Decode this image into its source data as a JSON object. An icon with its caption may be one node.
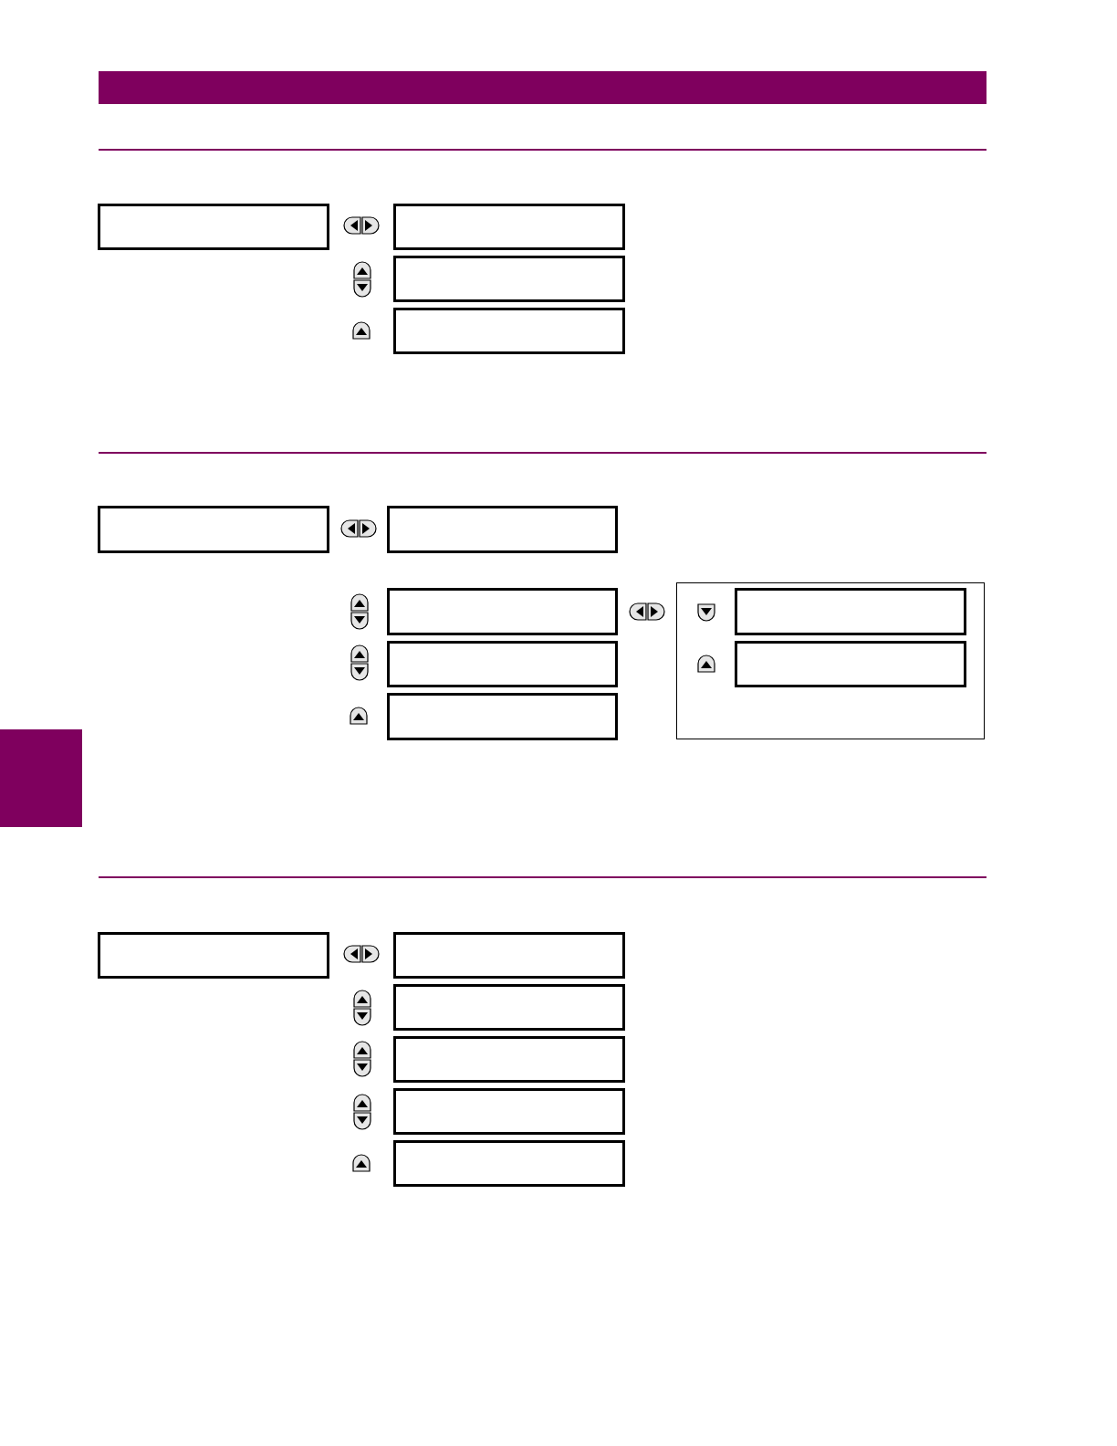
{
  "diagram": {
    "nodes": [
      {
        "text": [],
        "shape": "box"
      },
      {
        "text": [],
        "shape": "box"
      },
      {
        "text": [],
        "shape": "box"
      },
      {
        "text": [],
        "shape": "box"
      },
      {
        "text": [],
        "shape": "box"
      },
      {
        "text": [],
        "shape": "box"
      },
      {
        "text": [],
        "shape": "box"
      },
      {
        "text": [],
        "shape": "box"
      },
      {
        "text": [],
        "shape": "box"
      },
      {
        "text": [],
        "shape": "box"
      },
      {
        "text": [],
        "shape": "box",
        "in": 9
      },
      {
        "text": [],
        "shape": "box",
        "in": 9
      },
      {
        "text": [],
        "shape": "box"
      },
      {
        "text": [],
        "shape": "box"
      },
      {
        "text": [],
        "shape": "box"
      },
      {
        "text": [],
        "shape": "box"
      },
      {
        "text": [],
        "shape": "box"
      },
      {
        "text": [],
        "shape": "box"
      },
      {
        "text": [],
        "shape": "bar"
      }
    ]
  }
}
